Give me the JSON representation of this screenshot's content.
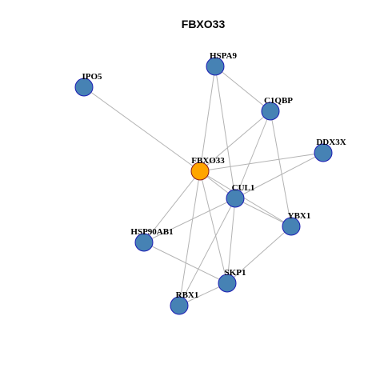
{
  "title": "FBXO33",
  "colors": {
    "hub_fill": "#FFA500",
    "hub_stroke": "#8B1A1A",
    "node_fill": "#4682B4",
    "node_stroke": "#1C1CB4",
    "edge": "#B3B3B3"
  },
  "nodes": [
    {
      "id": "HSPA9",
      "label": "HSPA9",
      "hub": false
    },
    {
      "id": "IPO5",
      "label": "IPO5",
      "hub": false
    },
    {
      "id": "C1QBP",
      "label": "C1QBP",
      "hub": false
    },
    {
      "id": "DDX3X",
      "label": "DDX3X",
      "hub": false
    },
    {
      "id": "FBXO33",
      "label": "FBXO33",
      "hub": true
    },
    {
      "id": "CUL1",
      "label": "CUL1",
      "hub": false
    },
    {
      "id": "YBX1",
      "label": "YBX1",
      "hub": false
    },
    {
      "id": "HSP90AB1",
      "label": "HSP90AB1",
      "hub": false
    },
    {
      "id": "SKP1",
      "label": "SKP1",
      "hub": false
    },
    {
      "id": "RBX1",
      "label": "RBX1",
      "hub": false
    }
  ],
  "edges": [
    [
      "HSPA9",
      "C1QBP"
    ],
    [
      "HSPA9",
      "FBXO33"
    ],
    [
      "HSPA9",
      "CUL1"
    ],
    [
      "IPO5",
      "FBXO33"
    ],
    [
      "C1QBP",
      "FBXO33"
    ],
    [
      "C1QBP",
      "CUL1"
    ],
    [
      "C1QBP",
      "YBX1"
    ],
    [
      "DDX3X",
      "FBXO33"
    ],
    [
      "DDX3X",
      "CUL1"
    ],
    [
      "FBXO33",
      "CUL1"
    ],
    [
      "FBXO33",
      "YBX1"
    ],
    [
      "FBXO33",
      "HSP90AB1"
    ],
    [
      "FBXO33",
      "SKP1"
    ],
    [
      "FBXO33",
      "RBX1"
    ],
    [
      "CUL1",
      "YBX1"
    ],
    [
      "CUL1",
      "HSP90AB1"
    ],
    [
      "CUL1",
      "SKP1"
    ],
    [
      "CUL1",
      "RBX1"
    ],
    [
      "YBX1",
      "SKP1"
    ],
    [
      "HSP90AB1",
      "SKP1"
    ],
    [
      "SKP1",
      "RBX1"
    ]
  ]
}
